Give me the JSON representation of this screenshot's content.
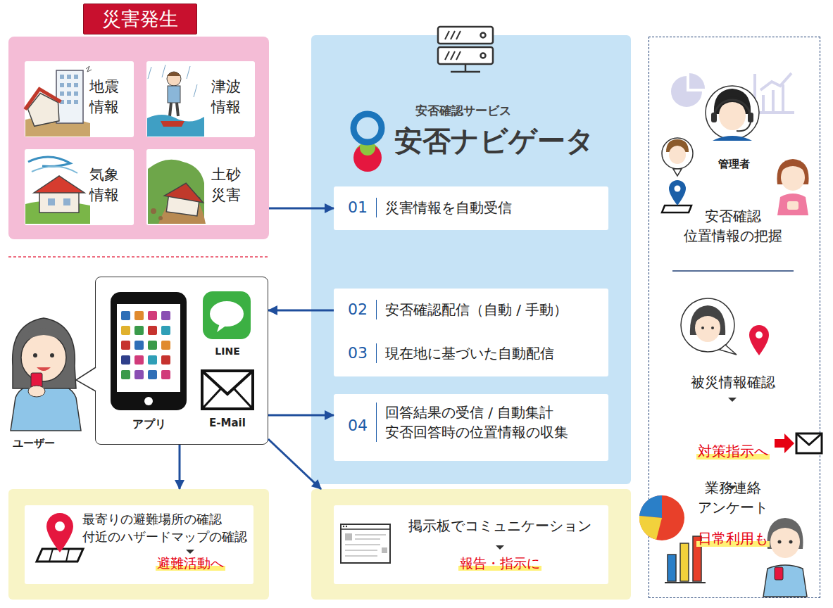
{
  "diagram": {
    "nodes": [
      {
        "text": [
          "災害発生"
        ]
      },
      {
        "text": [
          "地震 情報"
        ],
        "in": 0
      },
      {
        "text": [
          "津波 情報"
        ],
        "in": 0
      },
      {
        "text": [
          "気象 情報"
        ],
        "in": 0
      },
      {
        "text": [
          "土砂 災害"
        ],
        "in": 0
      },
      {
        "text": [
          "安否確認サービス",
          "安否ナビゲータ"
        ]
      },
      {
        "text": [
          "01",
          "災害情報を自動受信"
        ],
        "in": 5
      },
      {
        "text": [
          "02",
          "安否確認配信（自動 / 手動）",
          "03",
          "現在地に基づいた自動配信"
        ],
        "in": 5
      },
      {
        "text": [
          "04",
          "回答結果の受信 / 自動集計 安否回答時の位置情報の収集"
        ],
        "in": 5
      },
      {
        "text": [
          "アプリ",
          "LINE",
          "E-Mail"
        ]
      },
      {
        "text": [
          "最寄りの避難場所の確認 付近のハザードマップの確認",
          "避難活動へ"
        ]
      },
      {
        "text": [
          "掲示板でコミュニケーション",
          "報告・指示に"
        ]
      },
      {
        "text": [
          "管理者",
          "安否確認 位置情報の把握",
          "被災情報確認",
          "対策指示へ",
          "業務連絡 アンケート",
          "日常利用も"
        ]
      }
    ],
    "edges": [
      {
        "from": 0,
        "to": 6,
        "arrow": "to"
      },
      {
        "from": 7,
        "to": 9,
        "arrow": "to"
      },
      {
        "from": 9,
        "to": 8,
        "arrow": "to"
      },
      {
        "from": 9,
        "to": 10,
        "arrow": "to"
      },
      {
        "from": 9,
        "to": 11,
        "arrow": "to"
      }
    ],
    "labels": [
      "ユーザー"
    ]
  }
}
